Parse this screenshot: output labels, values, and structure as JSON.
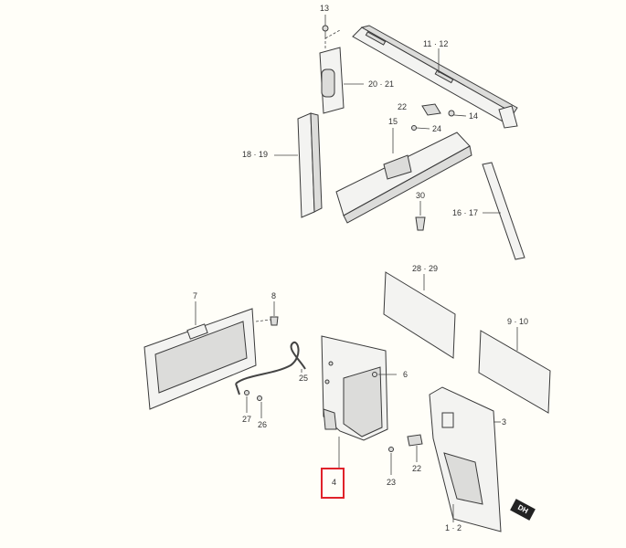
{
  "diagram": {
    "part_labels": {
      "p13": "13",
      "p11_12": "11 · 12",
      "p20_21": "20 · 21",
      "p22_top": "22",
      "p14": "14",
      "p24": "24",
      "p15": "15",
      "p18_19": "18 · 19",
      "p30": "30",
      "p16_17": "16 · 17",
      "p28_29": "28 · 29",
      "p7": "7",
      "p8": "8",
      "p9_10": "9 · 10",
      "p6": "6",
      "p25": "25",
      "p27": "27",
      "p26": "26",
      "p3": "3",
      "p4": "4",
      "p23": "23",
      "p22_bottom": "22",
      "p1_2": "1 · 2"
    },
    "direction_badge": "DH",
    "highlighted_part": "4",
    "highlight_color": "#e0222a"
  }
}
